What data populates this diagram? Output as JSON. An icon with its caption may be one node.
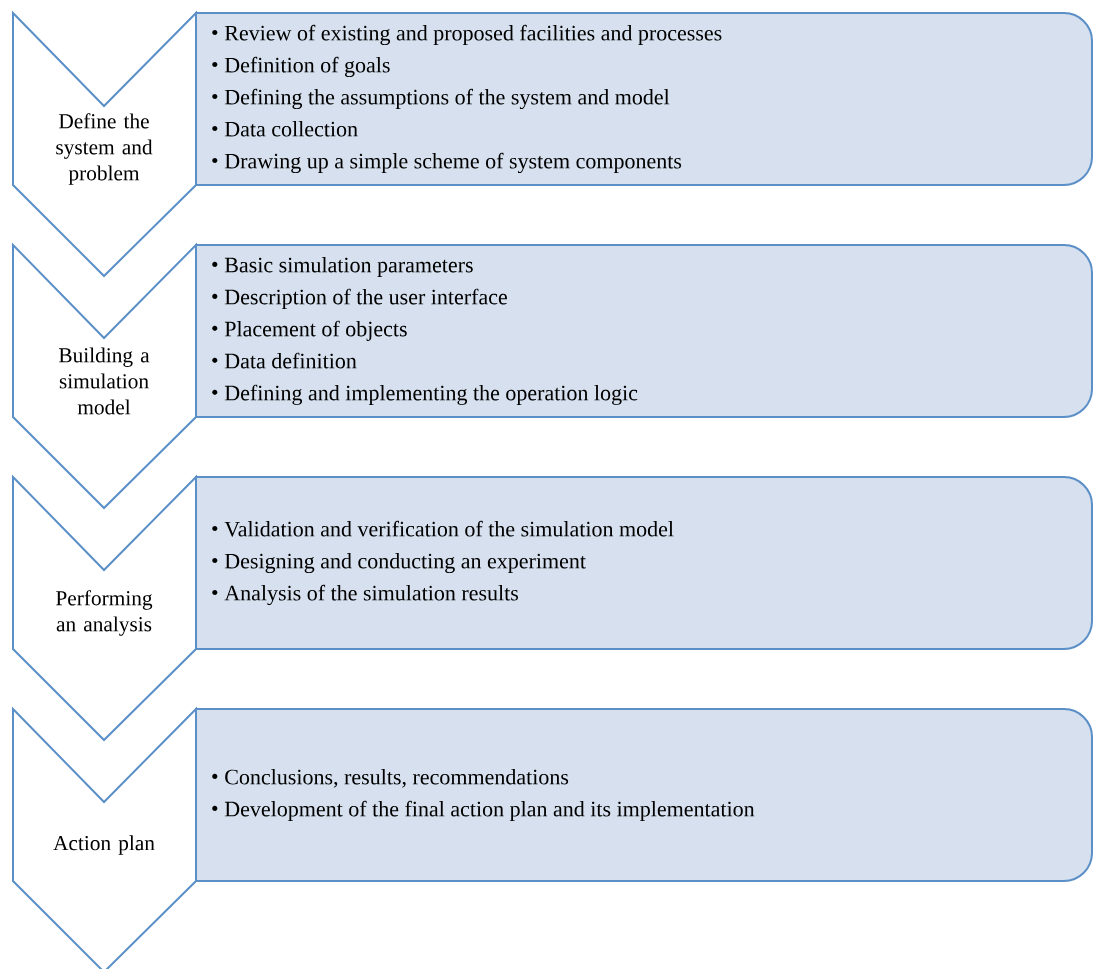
{
  "diagram": {
    "nodes": [
      {
        "text": [
          "Define the system and problem"
        ]
      },
      {
        "text": [
          "Review of existing and proposed facilities and processes",
          "Definition of goals",
          "Defining the assumptions of the system and model",
          "Data collection",
          "Drawing up a simple scheme of system components"
        ]
      },
      {
        "text": [
          "Building a simulation model"
        ]
      },
      {
        "text": [
          "Basic simulation parameters",
          "Description of the user interface",
          "Placement of objects",
          "Data definition",
          "Defining and implementing the operation logic"
        ]
      },
      {
        "text": [
          "Performing an analysis"
        ]
      },
      {
        "text": [
          "Validation and verification of the simulation model",
          "Designing and conducting an experiment",
          "Analysis of the simulation results"
        ]
      },
      {
        "text": [
          "Action plan"
        ]
      },
      {
        "text": [
          "Conclusions, results, recommendations",
          "Development of the final action plan and its implementation"
        ]
      }
    ]
  }
}
